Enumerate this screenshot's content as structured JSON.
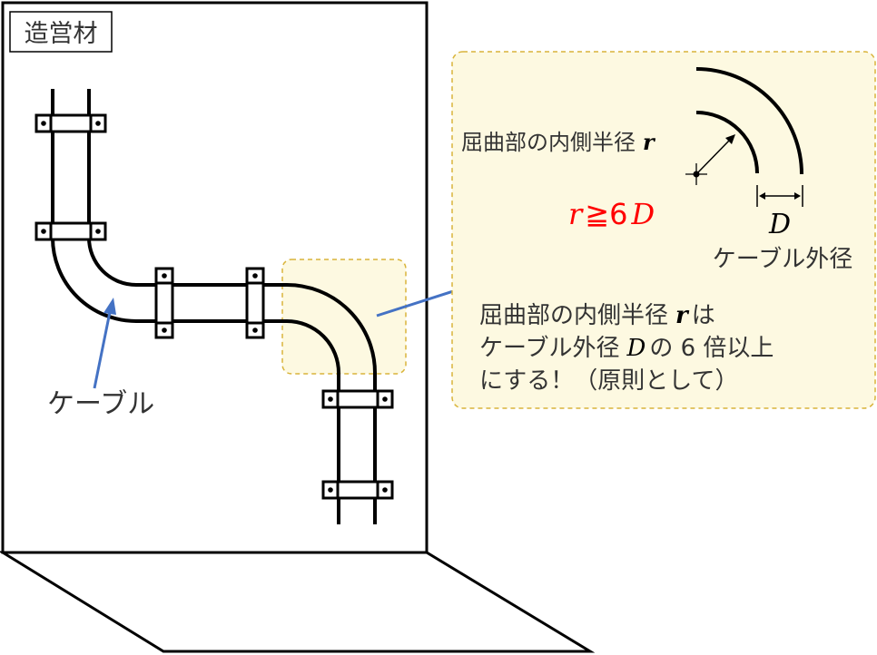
{
  "structure_label": "造営材",
  "cable_label": "ケーブル",
  "detail": {
    "inner_radius_label": "屈曲部の内側半径",
    "r_symbol": "r",
    "condition_r": "r",
    "condition_op": "≧6",
    "condition_D": "D",
    "D_symbol": "D",
    "outer_diameter_label": "ケーブル外径",
    "rule_line1_text": "屈曲部の内側半径",
    "rule_line1_r": "r",
    "rule_line1_end": "は",
    "rule_line2_text": "ケーブル外径",
    "rule_line2_D": "D",
    "rule_line2_end": "の 6 倍以上",
    "rule_line3": "にする！（原則として）"
  },
  "colors": {
    "highlight_fill": "#fdf9e1",
    "highlight_border": "#d9b43a",
    "arrow": "#4472c4",
    "condition": "#ff0000",
    "line": "#000000"
  }
}
